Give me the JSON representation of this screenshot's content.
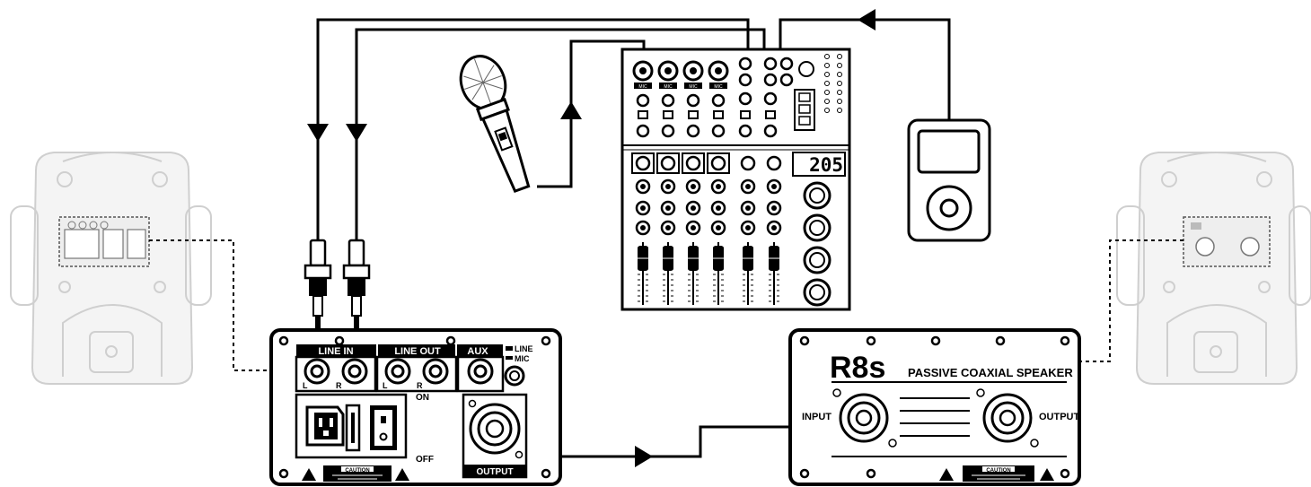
{
  "active_panel": {
    "line_in": "LINE IN",
    "line_out": "LINE OUT",
    "aux": "AUX",
    "left": "L",
    "right": "R",
    "line": "LINE",
    "mic": "MIC",
    "on": "ON",
    "off": "OFF",
    "output": "OUTPUT",
    "caution": "CAUTION"
  },
  "passive_panel": {
    "model": "R8s",
    "subtitle": "PASSIVE COAXIAL SPEAKER",
    "input": "INPUT",
    "output": "OUTPUT",
    "caution": "CAUTION"
  },
  "mixer": {
    "display": "205",
    "channel_label": "MIC"
  }
}
